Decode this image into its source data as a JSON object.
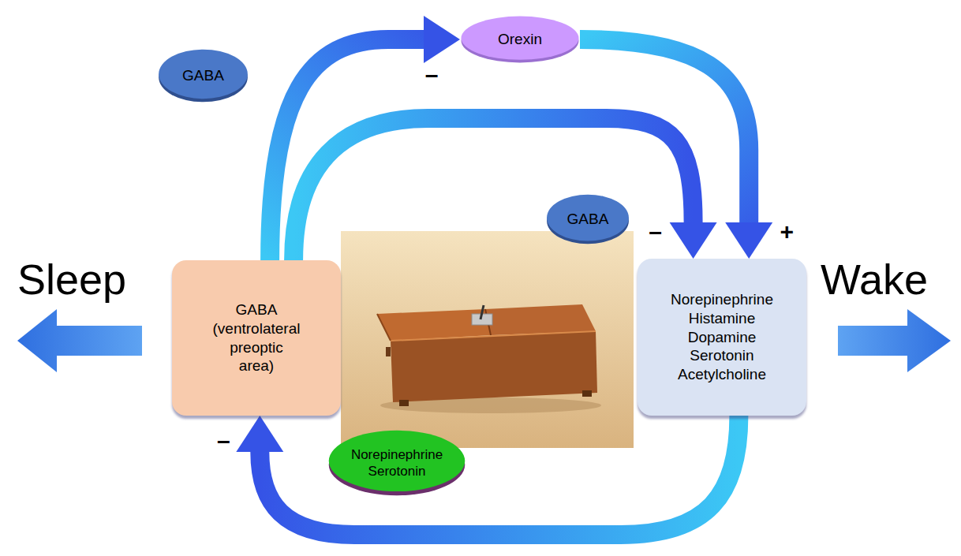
{
  "diagram": {
    "nodes": [
      {
        "text": [
          "GABA"
        ]
      },
      {
        "text": [
          "Orexin"
        ]
      },
      {
        "text": [
          "GABA"
        ]
      },
      {
        "text": [
          "GABA (ventrolateral preoptic area)"
        ]
      },
      {
        "text": [
          "Norepinephrine Histamine Dopamine Serotonin Acetylcholine"
        ]
      },
      {
        "text": [
          "Norepinephrine Serotonin"
        ]
      }
    ],
    "edges": [
      {
        "from": 3,
        "to": 1,
        "label": "–",
        "arrow": "to"
      },
      {
        "from": 3,
        "to": 4,
        "label": "–",
        "arrow": "to"
      },
      {
        "from": 1,
        "to": 4,
        "label": "+",
        "arrow": "to"
      },
      {
        "from": 4,
        "to": 3,
        "label": "–",
        "arrow": "to"
      }
    ],
    "labels": [
      "Sleep",
      "Wake"
    ]
  }
}
